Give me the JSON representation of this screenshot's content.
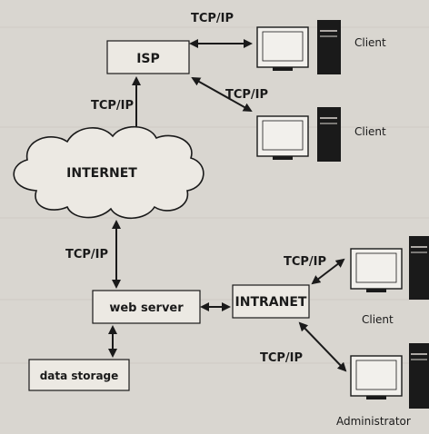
{
  "labels": {
    "isp": "ISP",
    "internet": "INTERNET",
    "web_server": "web server",
    "intranet": "INTRANET",
    "data_storage": "data storage",
    "protocol": "TCP/IP",
    "client": "Client",
    "administrator": "Administrator"
  }
}
